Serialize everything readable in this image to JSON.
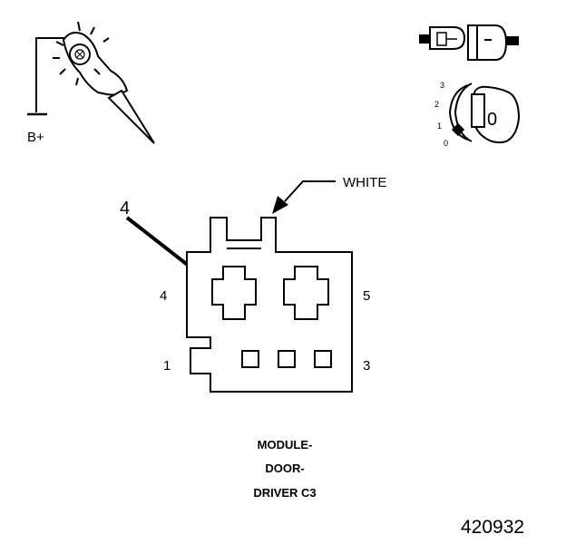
{
  "probe": {
    "label": "B+"
  },
  "wire_color": "WHITE",
  "callout_number": "4",
  "pins": {
    "top_left": "4",
    "top_right": "5",
    "bottom_left": "1",
    "bottom_right": "3"
  },
  "key_positions": {
    "p3": "3",
    "p2": "2",
    "p1": "1",
    "p0": "0",
    "key_symbol": "0"
  },
  "caption": {
    "line1": "MODULE-",
    "line2": "DOOR-",
    "line3": "DRIVER C3"
  },
  "figure_number": "420932"
}
